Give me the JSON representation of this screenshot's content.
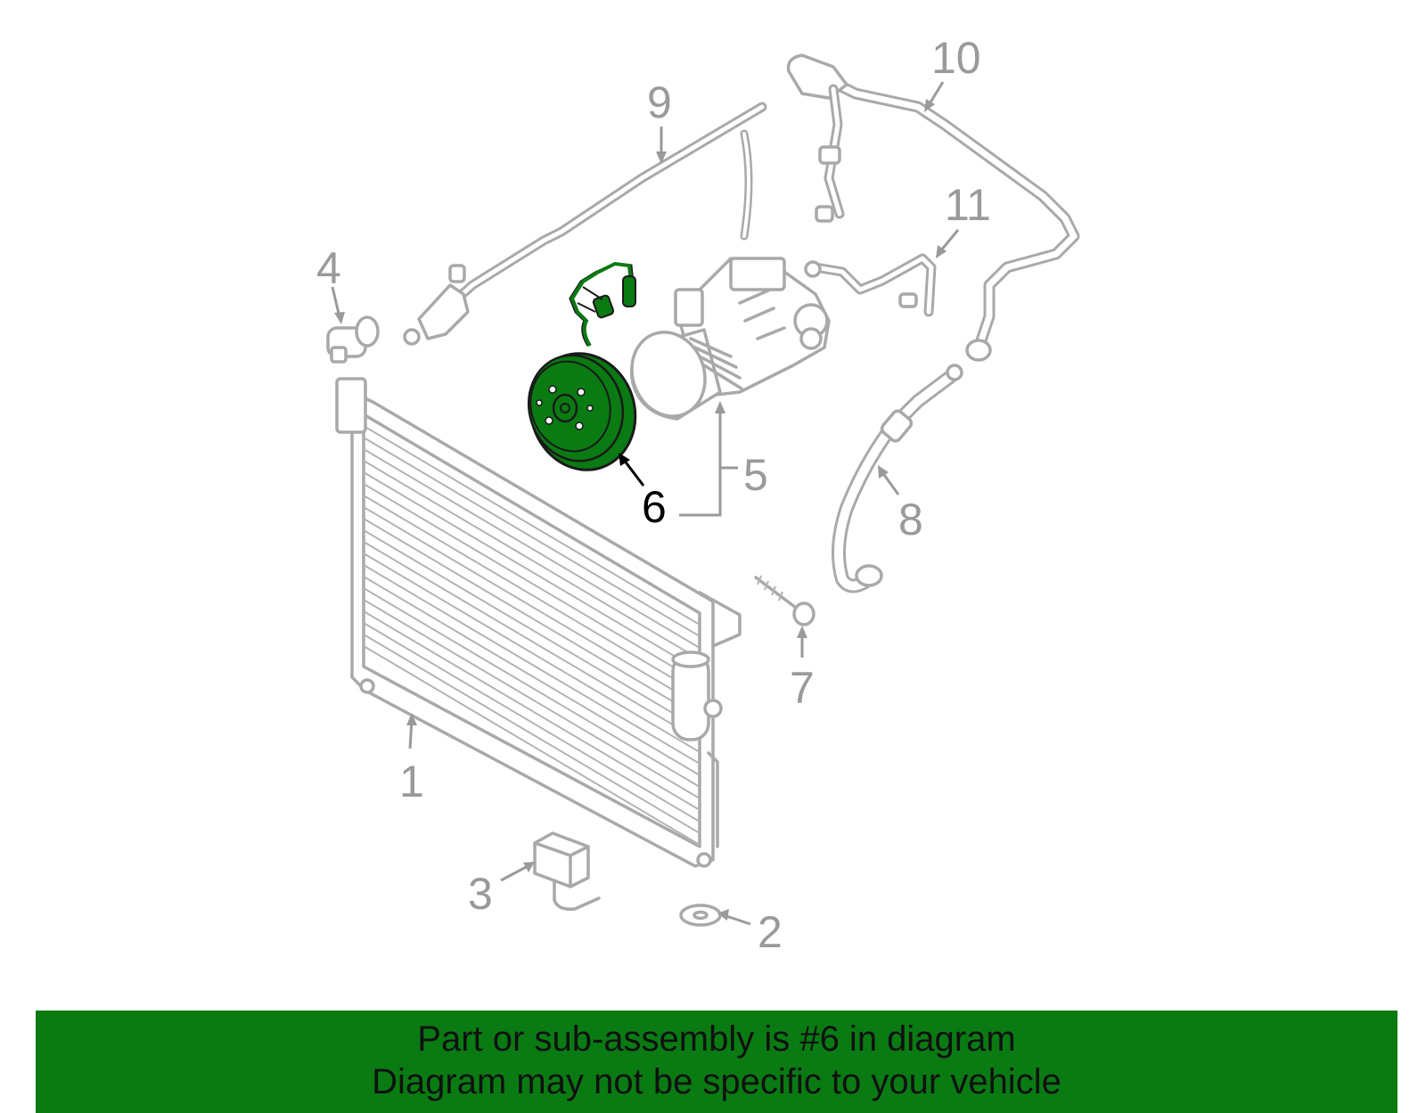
{
  "callouts": {
    "c1": "1",
    "c2": "2",
    "c3": "3",
    "c4": "4",
    "c5": "5",
    "c6": "6",
    "c7": "7",
    "c8": "8",
    "c9": "9",
    "c10": "10",
    "c11": "11"
  },
  "highlighted_part": "6",
  "banner": {
    "line1": "Part or sub-assembly is #6 in diagram",
    "line2": "Diagram may not be specific to your vehicle"
  },
  "colors": {
    "highlight": "#0a7a13",
    "outline": "#a9a9a9",
    "label": "#9a9a9a"
  }
}
